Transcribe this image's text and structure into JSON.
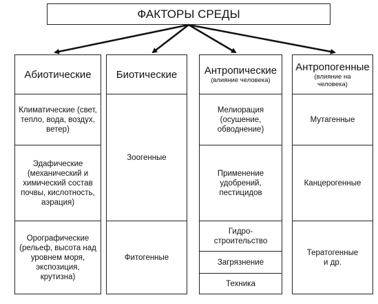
{
  "title": "ФАКТОРЫ СРЕДЫ",
  "columns": [
    {
      "header": "Абиотические",
      "header_sub": "",
      "cells": [
        "Климатические (свет, тепло, вода, воздух, ветер)",
        "Эдафические (механический и химический состав почвы, кислотность, аэрация)",
        "Орографические (рельеф, высота над уровнем моря, экспозиция, крутизна)"
      ]
    },
    {
      "header": "Биотические",
      "header_sub": "",
      "cells": [
        "Зоогенные",
        "Фитогенные"
      ]
    },
    {
      "header": "Антропические",
      "header_sub": "(влияние человека)",
      "cells": [
        "Мелиорация (осушение, обводнение)",
        "Применение удобрений, пестицидов",
        "Гидро-строительство",
        "Загрязнение",
        "Техника"
      ]
    },
    {
      "header": "Антропогенные",
      "header_sub": "(влияние на человека)",
      "cells": [
        "Мутагенные",
        "Канцерогенные",
        "Тератогенные и др."
      ]
    }
  ]
}
